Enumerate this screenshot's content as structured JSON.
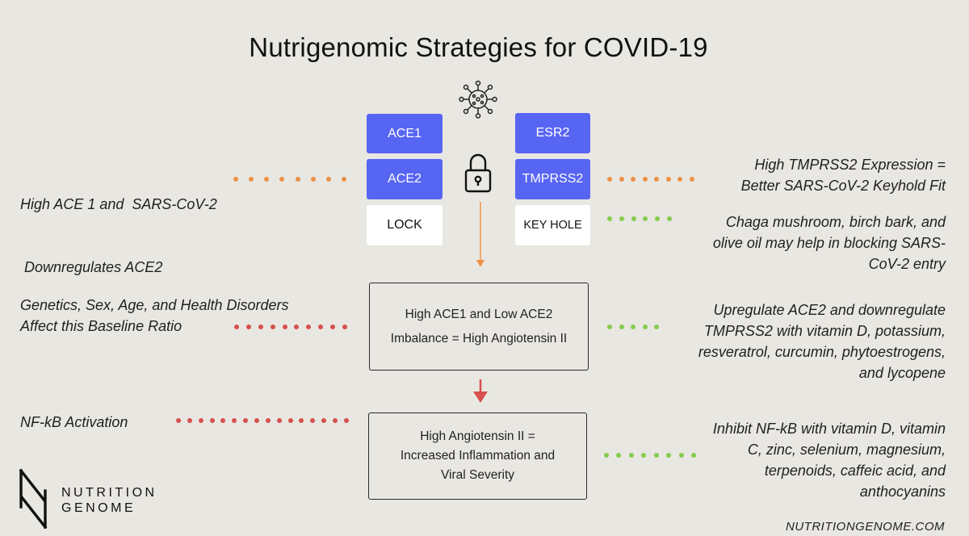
{
  "title": "Nutrigenomic Strategies for COVID-19",
  "lock_column": {
    "items": [
      "ACE1",
      "ACE2"
    ],
    "base_label": "LOCK"
  },
  "key_column": {
    "items": [
      "ESR2",
      "TMPRSS2"
    ],
    "base_label": "KEY HOLE"
  },
  "left_notes": {
    "ace": [
      "High ACE 1 and  SARS-CoV-2",
      " Downregulates ACE2"
    ],
    "baseline": [
      "Genetics, Sex, Age, and Health Disorders",
      "Affect this Baseline Ratio"
    ],
    "nfkb": [
      "NF-kB Activation"
    ]
  },
  "right_notes": {
    "tmprss2": [
      "High TMPRSS2 Expression =",
      "Better SARS-CoV-2 Keyhold Fit"
    ],
    "chaga": [
      "Chaga mushroom, birch bark, and",
      "olive oil may help in blocking SARS-",
      "CoV-2 entry"
    ],
    "upregulate": [
      "Upregulate ACE2 and downregulate",
      "TMPRSS2 with vitamin D, potassium,",
      "resveratrol, curcumin, phytoestrogens,",
      "and lycopene"
    ],
    "inhibit": [
      "Inhibit NF-kB with vitamin D, vitamin",
      "C, zinc, selenium, magnesium,",
      "terpenoids, caffeic acid, and",
      "anthocyanins"
    ]
  },
  "panels": {
    "imbalance": [
      "High ACE1 and Low ACE2",
      "Imbalance = High Angiotensin II"
    ],
    "inflammation": [
      "High Angiotensin II =",
      "Increased Inflammation and",
      "Viral Severity"
    ]
  },
  "brand": {
    "line1": "NUTRITION",
    "line2": "GENOME",
    "website": "NUTRITIONGENOME.COM"
  },
  "colors": {
    "background": "#e9e7e1",
    "blue_box": "#5765f3",
    "orange": "#ec9147",
    "red": "#d6504e",
    "green": "#86cc4e"
  },
  "icons": [
    "virus-icon",
    "padlock-icon",
    "arrow-down-icon",
    "logo-mark"
  ]
}
